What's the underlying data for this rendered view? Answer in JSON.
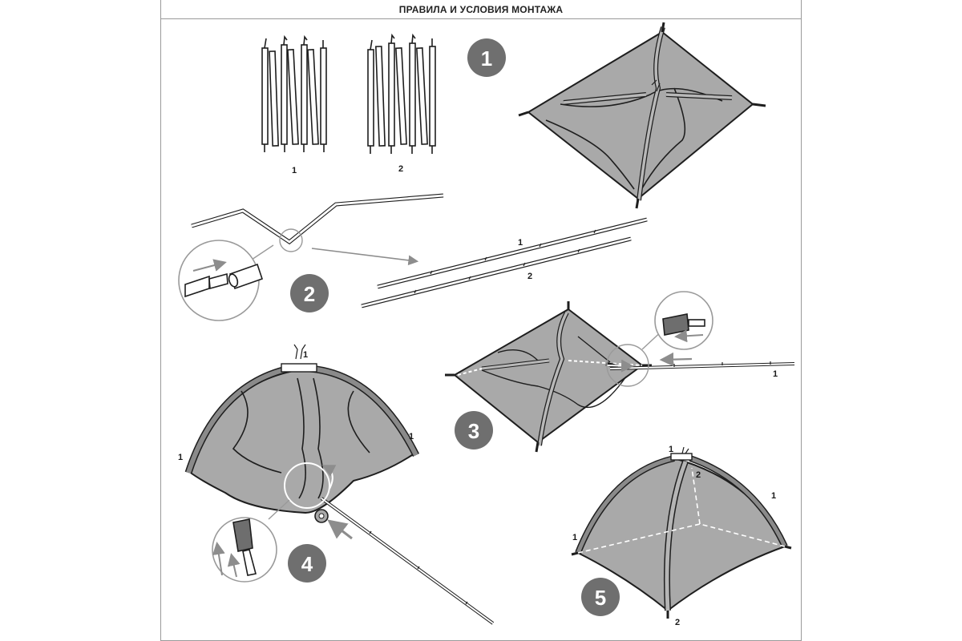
{
  "header": {
    "title": "ПРАВИЛА И УСЛОВИЯ МОНТАЖА"
  },
  "colors": {
    "tent_fill": "#a9a9a9",
    "tent_dark": "#6e6e6e",
    "badge": "#6f6f6f",
    "outline": "#1e1e1e",
    "arrow": "#8d8d8d"
  },
  "poles_fig": {
    "label_1": "1",
    "label_2": "2"
  },
  "steps": [
    {
      "number": "1"
    },
    {
      "number": "2",
      "label_1": "1",
      "label_2": "2"
    },
    {
      "number": "3",
      "label_1": "1"
    },
    {
      "number": "4",
      "label_top": "1",
      "label_left": "1",
      "label_right": "1"
    },
    {
      "number": "5",
      "label_top": "1",
      "label_2a": "2",
      "label_right": "1",
      "label_left": "1",
      "label_2b": "2"
    }
  ]
}
